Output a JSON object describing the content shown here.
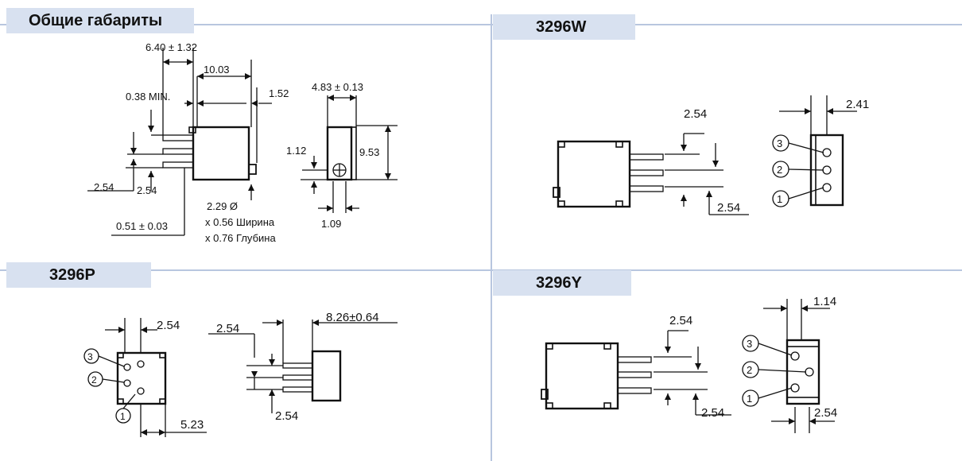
{
  "sections": {
    "general": {
      "title": "Общие габариты",
      "dims": {
        "d1": "6.40 ± 1.32",
        "d2": "10.03",
        "d3": "0.38 MIN.",
        "d4": "1.52",
        "d5": "4.83 ± 0.13",
        "d6": "9.53",
        "d7": "1.12",
        "d8": "2.54",
        "d9": "2.54",
        "d10": "2.29 Ø",
        "d11": "x 0.56 Ширина",
        "d12": "x 0.76 Глубина",
        "d13": "0.51 ± 0.03",
        "d14": "1.09"
      }
    },
    "w": {
      "title": "3296W",
      "dims": {
        "d1": "2.54",
        "d2": "2.41",
        "d3": "2.54"
      },
      "pins": [
        "3",
        "2",
        "1"
      ]
    },
    "p": {
      "title": "3296P",
      "dims": {
        "d1": "2.54",
        "d2": "2.54",
        "d3": "8.26±0.64",
        "d4": "5.23",
        "d5": "2.54"
      },
      "pins": [
        "3",
        "2",
        "1"
      ]
    },
    "y": {
      "title": "3296Y",
      "dims": {
        "d1": "2.54",
        "d2": "1.14",
        "d3": "2.54",
        "d4": "2.54"
      },
      "pins": [
        "3",
        "2",
        "1"
      ]
    }
  }
}
